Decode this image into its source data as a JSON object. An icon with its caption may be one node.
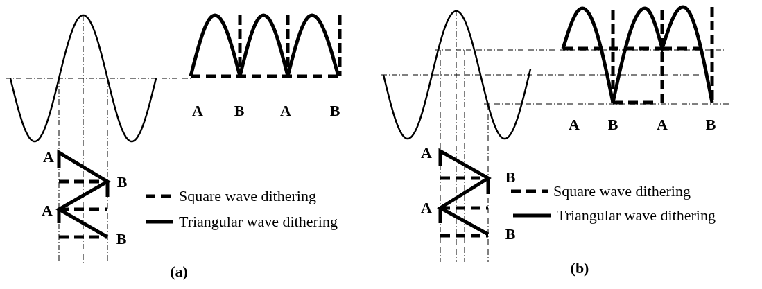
{
  "diagram": {
    "labels": [
      "A",
      "B",
      "A",
      "B",
      "A",
      "B",
      "A",
      "B",
      "(a)",
      "A",
      "B",
      "A",
      "B",
      "A",
      "B",
      "A",
      "B",
      "(b)"
    ],
    "legend": [
      {
        "text": "Square wave dithering"
      },
      {
        "text": "Triangular wave dithering"
      },
      {
        "text": "Square wave dithering"
      },
      {
        "text": "Triangular wave dithering"
      }
    ]
  }
}
